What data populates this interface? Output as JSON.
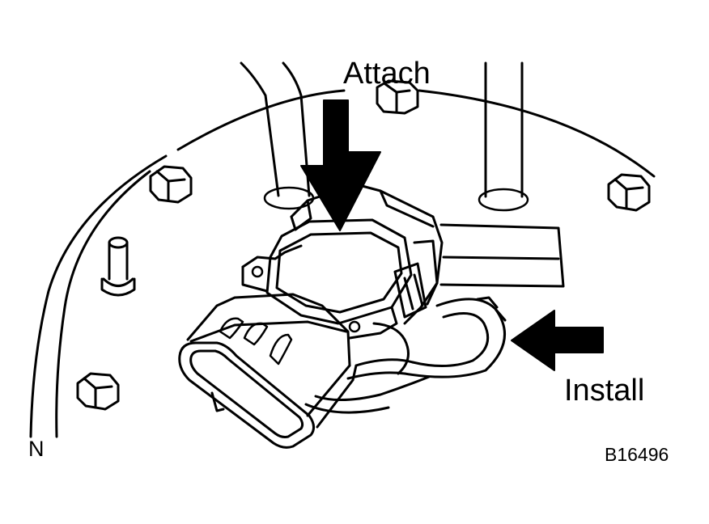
{
  "labels": {
    "attach": "Attach",
    "install": "Install",
    "n": "N",
    "figure_code": "B16496"
  },
  "colors": {
    "ink": "#000000",
    "paper": "#ffffff"
  }
}
